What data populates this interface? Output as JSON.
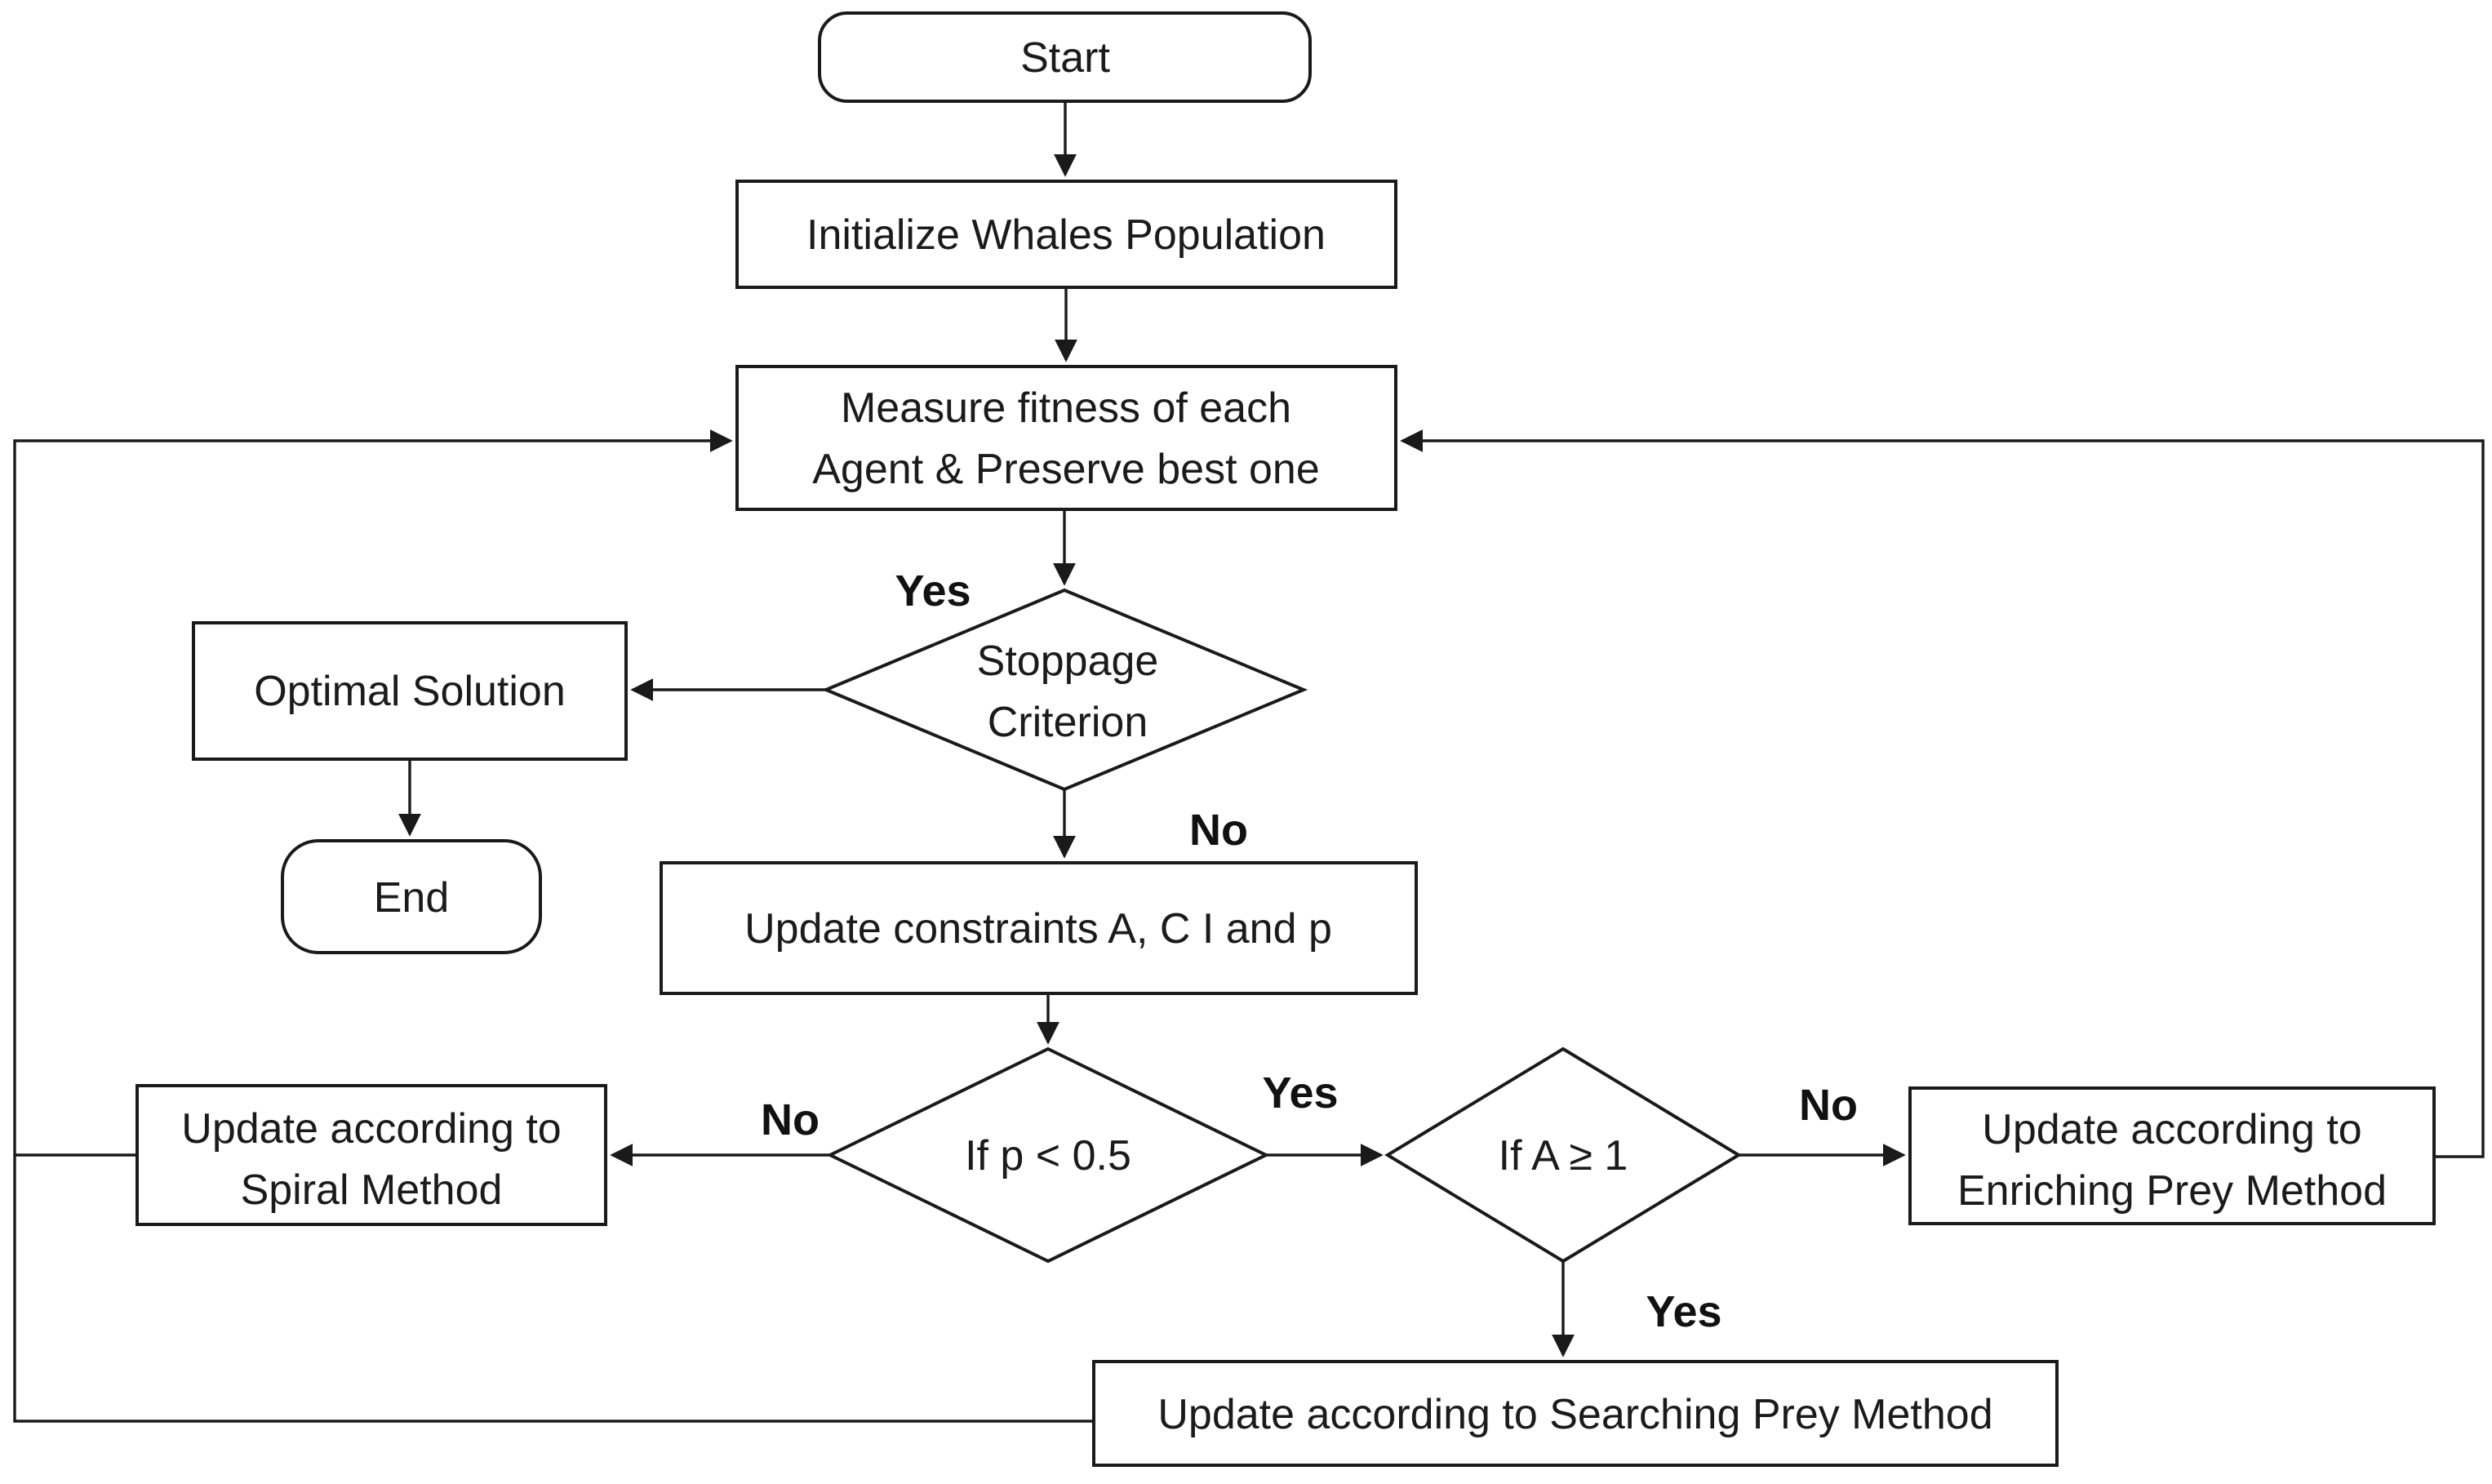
{
  "diagram": {
    "type": "flowchart",
    "colors": {
      "background": "#ffffff",
      "stroke": "#1a1a1a",
      "text": "#1b1b1b"
    },
    "nodes": {
      "start": {
        "shape": "terminator",
        "label": "Start"
      },
      "initialize": {
        "shape": "process",
        "label": "Initialize Whales Population"
      },
      "measure": {
        "shape": "process",
        "line1": "Measure fitness of each",
        "line2": "Agent & Preserve best one"
      },
      "stoppage": {
        "shape": "decision",
        "line1": "Stoppage",
        "line2": "Criterion"
      },
      "optimal": {
        "shape": "process",
        "label": "Optimal Solution"
      },
      "end": {
        "shape": "terminator",
        "label": "End"
      },
      "constraints": {
        "shape": "process",
        "label": "Update constraints A, C I and p"
      },
      "p_decision": {
        "shape": "decision",
        "label": "If p < 0.5"
      },
      "a_decision": {
        "shape": "decision",
        "label": "If A ≥ 1"
      },
      "spiral": {
        "shape": "process",
        "line1": "Update according to",
        "line2": "Spiral Method"
      },
      "enriching": {
        "shape": "process",
        "line1": "Update according to",
        "line2": "Enriching Prey Method"
      },
      "searching": {
        "shape": "process",
        "label": "Update according to Searching Prey Method"
      }
    },
    "branch_labels": {
      "stoppage_yes": "Yes",
      "stoppage_no": "No",
      "p_no": "No",
      "p_yes": "Yes",
      "a_no": "No",
      "a_yes": "Yes"
    }
  }
}
